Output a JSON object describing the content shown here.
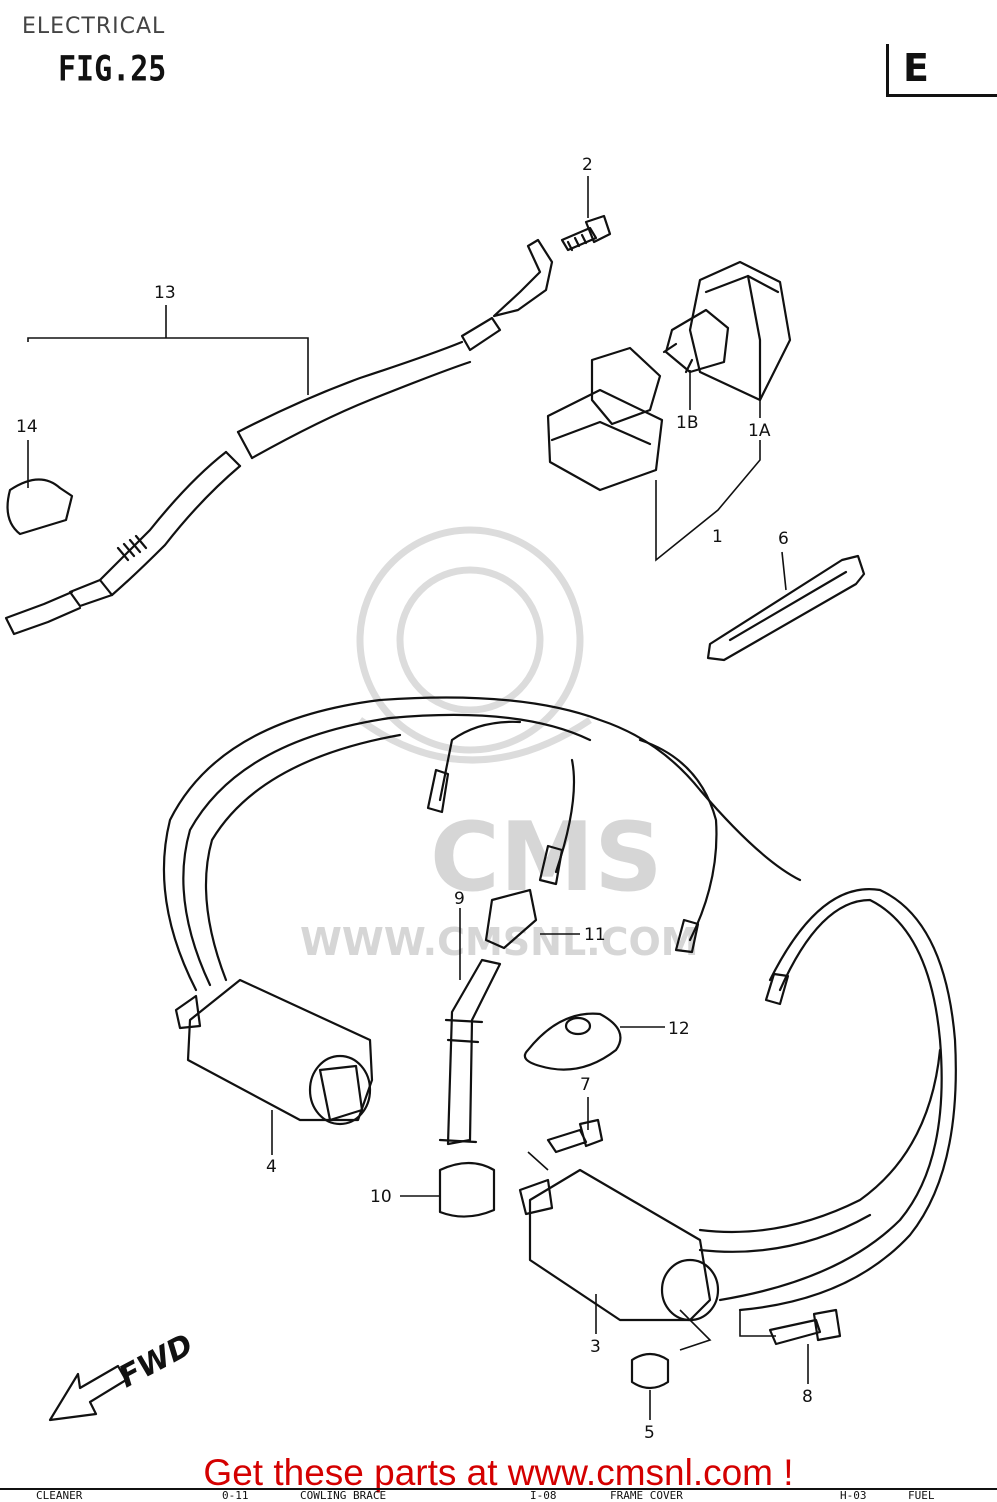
{
  "header": {
    "section": "ELECTRICAL",
    "figure": "FIG.25",
    "tab_letter": "E"
  },
  "callouts": [
    "2",
    "13",
    "14",
    "1B",
    "1A",
    "1",
    "6",
    "9",
    "11",
    "12",
    "7",
    "4",
    "10",
    "3",
    "8",
    "5"
  ],
  "direction_label": "FWD",
  "watermark": {
    "brand": "CMS",
    "url": "WWW.CMSNL.COM"
  },
  "promo": "Get these parts at www.cmsnl.com !",
  "footer": [
    "CLEANER",
    "0-11",
    "COWLING BRACE",
    "I-08",
    "FRAME COVER",
    "H-03",
    "FUEL"
  ]
}
